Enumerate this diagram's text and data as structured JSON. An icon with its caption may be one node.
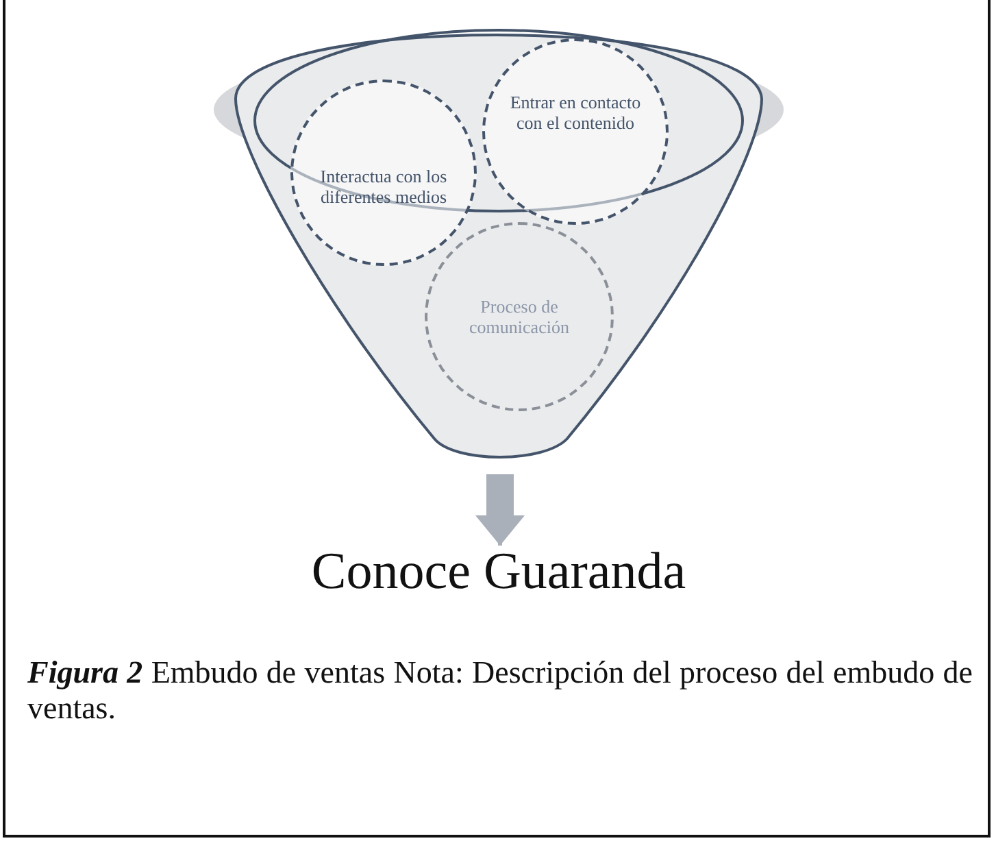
{
  "diagram": {
    "caption": "**Figura 2** Embudo de ventas Nota: Descripción del proceso del embudo de ventas.",
    "nodes": [
      {
        "text": [],
        "shape": "funnel"
      },
      {
        "text": [
          "Interactua con los diferentes medios"
        ],
        "in": 0
      },
      {
        "text": [
          "Entrar en contacto con el contenido"
        ],
        "in": 0
      },
      {
        "text": [
          "Proceso de comunicación"
        ],
        "in": 0
      },
      {
        "text": [
          "Conoce Guaranda"
        ]
      }
    ],
    "edges": [
      {
        "from": 0,
        "to": 4,
        "arrow": "to"
      }
    ]
  }
}
